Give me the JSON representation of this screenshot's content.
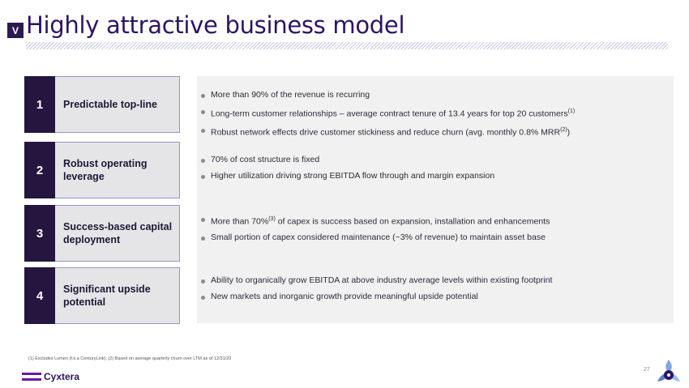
{
  "header": {
    "badge": "V",
    "title": "Highly attractive business model"
  },
  "cards": [
    {
      "number": "1",
      "label": "Predictable top-line"
    },
    {
      "number": "2",
      "label": "Robust operating leverage"
    },
    {
      "number": "3",
      "label": "Success-based capital deployment"
    },
    {
      "number": "4",
      "label": "Significant upside potential"
    }
  ],
  "bullets": {
    "b1a": "More than 90% of the revenue is recurring",
    "b1b": "Long-term customer relationships – average contract tenure of 13.4 years for top 20 customers",
    "b1b_sup": "(1)",
    "b1c": "Robust network effects drive customer stickiness and reduce churn (avg. monthly 0.8% MRR",
    "b1c_sup": "(2)",
    "b1c_end": ")",
    "b2a": "70% of cost structure is fixed",
    "b2b": "Higher utilization driving strong EBITDA flow through and margin expansion",
    "b3a_pre": "More than 70%",
    "b3a_sup": "(3)",
    "b3a_post": " of capex is success based on expansion, installation and enhancements",
    "b3b": "Small portion of capex considered maintenance (~3% of revenue) to maintain asset base",
    "b4a": "Ability to organically grow EBITDA at above industry average levels within existing footprint",
    "b4b": "New markets and inorganic growth provide meaningful upside potential"
  },
  "footnote": "(1) Excludes Lumen (f.k.a CenturyLink); (2) Based on average quarterly churn over LTM as of 12/31/20",
  "page_number": "27",
  "logo": {
    "text": "Cyxtera"
  },
  "colors": {
    "primary": "#2d1466",
    "dark": "#24163f",
    "accent": "#6a1b9a",
    "panel": "#f1f1f1"
  },
  "icons": {
    "mark": "tri-lobed-emblem-icon"
  }
}
